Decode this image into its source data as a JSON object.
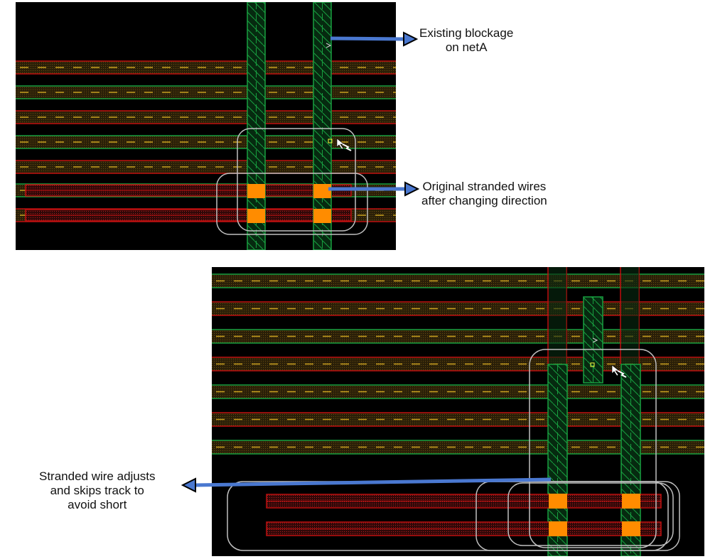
{
  "colors": {
    "background": "#000000",
    "track_fill": "#2a1f08",
    "track_center": "#c8a020",
    "red_edge": "#c01010",
    "green_edge": "#18a040",
    "via": "#ff8c00",
    "highlight_box": "#c0c0c0",
    "arrow": "#4a78d0"
  },
  "panels": [
    {
      "id": "before",
      "title": "Before"
    },
    {
      "id": "after",
      "title": "After"
    }
  ],
  "callouts": {
    "blockage": {
      "line1": "Existing blockage",
      "line2": "on netA"
    },
    "original": {
      "line1": "Original stranded wires",
      "line2": "after changing direction"
    },
    "adjusts": {
      "line1": "Stranded wire adjusts",
      "line2": "and skips track to",
      "line3": "avoid short"
    }
  }
}
